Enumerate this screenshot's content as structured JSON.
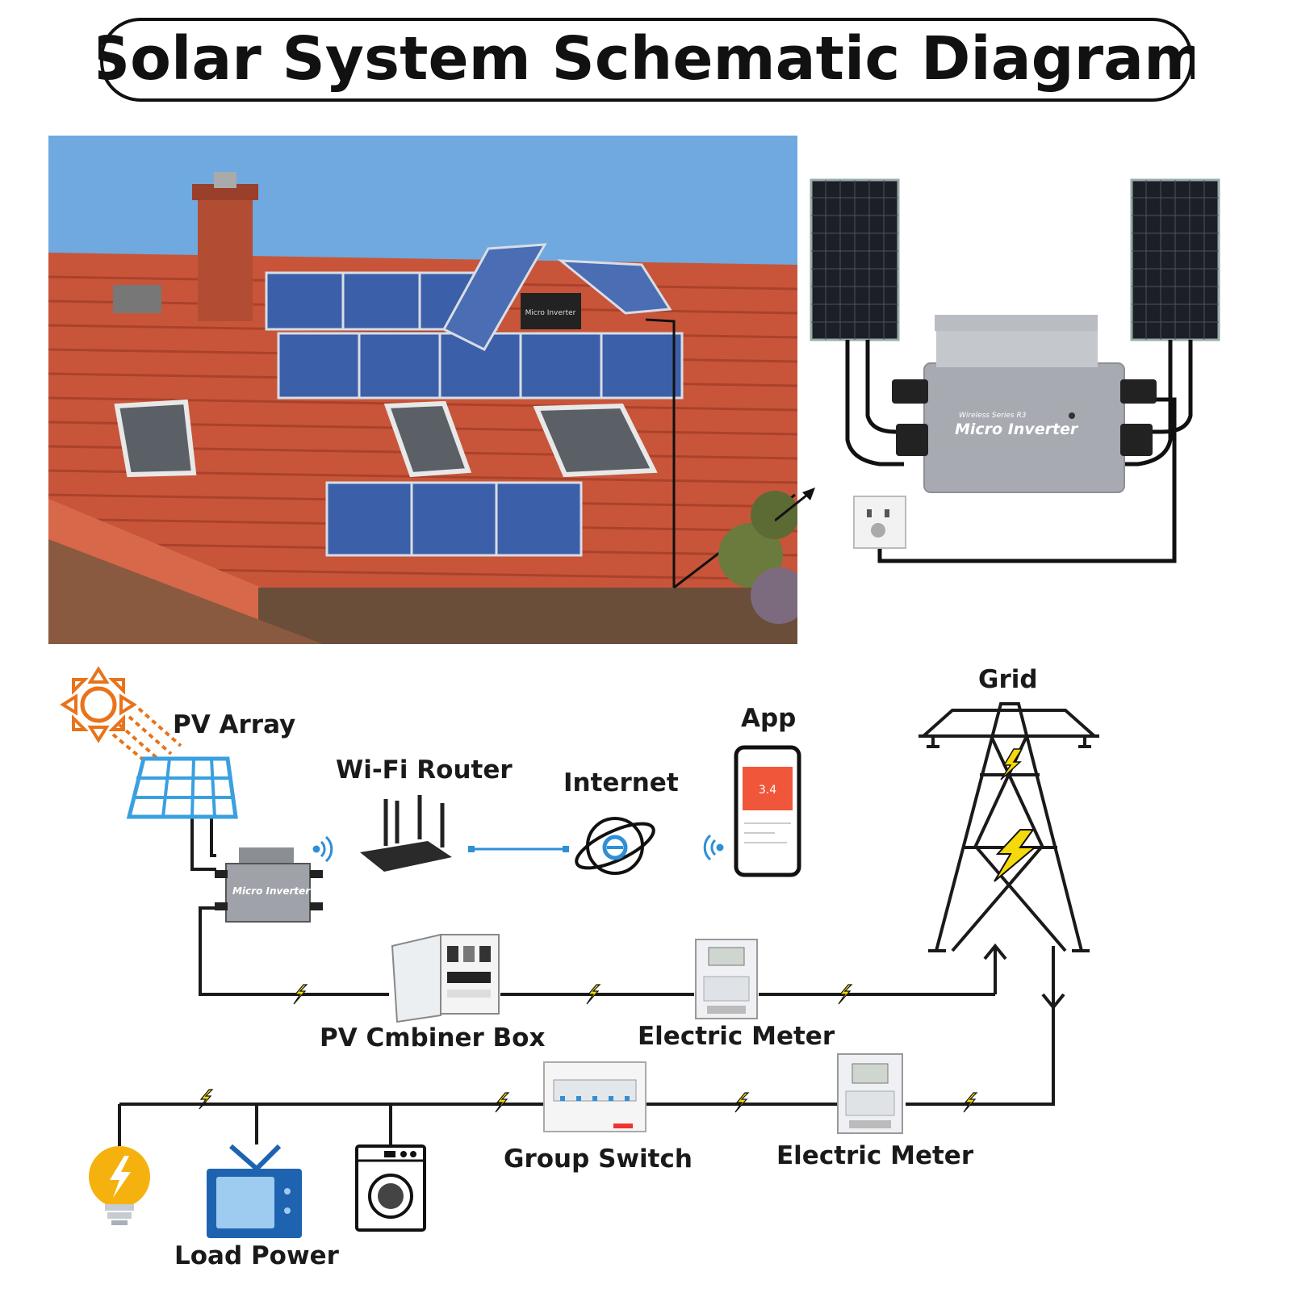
{
  "title": "Solar System Schematic Diagram",
  "photo": {
    "inverter_text": "Micro Inverter"
  },
  "illustration": {
    "series_text": "Wireless Series R3",
    "inverter_label": "Micro Inverter"
  },
  "nodes": {
    "pv_array": "PV Array",
    "wifi_router": "Wi-Fi Router",
    "internet": "Internet",
    "app": "App",
    "grid": "Grid",
    "micro_inverter": "Micro Inverter",
    "combiner_box": "PV Cmbiner Box",
    "electric_meter_1": "Electric Meter",
    "electric_meter_2": "Electric Meter",
    "group_switch": "Group Switch",
    "load_power": "Load Power"
  },
  "app_screen": {
    "reading": "3.4"
  },
  "colors": {
    "wire": "#1a1a1a",
    "bolt": "#f5d90a",
    "sun": "#e8731a",
    "panel": "#3aa0e0",
    "phone_accent": "#f0563a",
    "tv": "#1e63b0",
    "bulb": "#f5b20f",
    "link": "#2f8fd6"
  },
  "icons": [
    "sun-icon",
    "solar-panel-icon",
    "micro-inverter-icon",
    "wifi-signal-icon",
    "router-icon",
    "internet-globe-icon",
    "phone-app-icon",
    "transmission-tower-icon",
    "combiner-box-icon",
    "electric-meter-icon",
    "group-switch-icon",
    "light-bulb-icon",
    "tv-icon",
    "washing-machine-icon",
    "lightning-bolt-icon"
  ]
}
